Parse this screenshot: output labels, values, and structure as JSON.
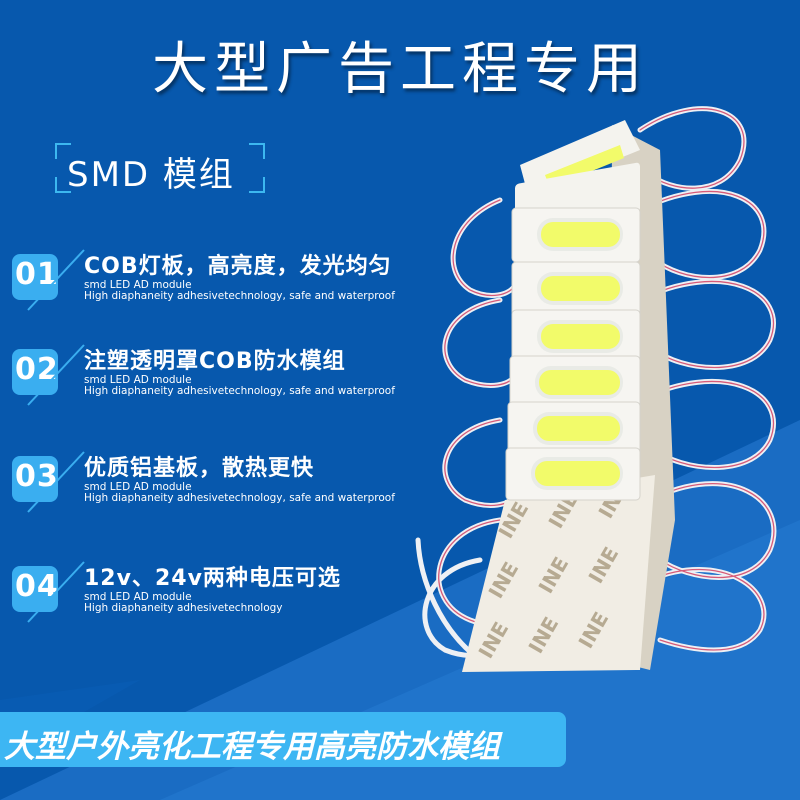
{
  "header": {
    "title": "大型广告工程专用"
  },
  "section_label": "SMD 模组",
  "features": [
    {
      "number": "01",
      "title": "COB灯板，高亮度，发光均匀",
      "subtitle_line1": "smd LED AD module",
      "subtitle_line2": "High diaphaneity adhesivetechnology, safe and waterproof"
    },
    {
      "number": "02",
      "title": "注塑透明罩COB防水模组",
      "subtitle_line1": "smd LED AD module",
      "subtitle_line2": "High diaphaneity adhesivetechnology, safe and waterproof"
    },
    {
      "number": "03",
      "title": "优质铝基板，散热更快",
      "subtitle_line1": "smd LED AD module",
      "subtitle_line2": "High diaphaneity adhesivetechnology, safe and waterproof"
    },
    {
      "number": "04",
      "title": "12v、24v两种电压可选",
      "subtitle_line1": "smd LED AD module",
      "subtitle_line2": "High diaphaneity adhesivetechnology"
    }
  ],
  "banner": {
    "text": "大型户外亮化工程专用高亮防水模组"
  },
  "product_image": {
    "description": "stack of white COB LED modules with yellow-white light strips, red/white wires and adhesive backing printed INE",
    "backing_print": "INE",
    "module_count": 7
  },
  "colors": {
    "background": "#0758ad",
    "background_light": "#1f72c8",
    "badge": "#3aaef0",
    "banner": "#3db6f3",
    "bracket": "#3cb8f0",
    "led_yellow": "#f2fb6a",
    "text": "#ffffff"
  }
}
